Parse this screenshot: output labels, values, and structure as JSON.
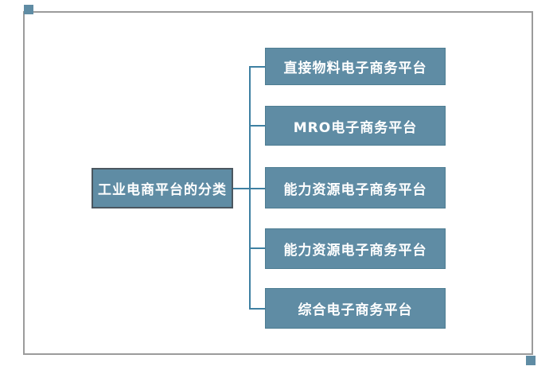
{
  "diagram": {
    "root": {
      "label": "工业电商平台的分类"
    },
    "branches": [
      {
        "label": "直接物料电子商务平台"
      },
      {
        "label": "MRO电子商务平台"
      },
      {
        "label": "能力资源电子商务平台"
      },
      {
        "label": "能力资源电子商务平台"
      },
      {
        "label": "综合电子商务平台"
      }
    ],
    "colors": {
      "node_fill": "#5f8ca4",
      "node_text": "#ffffff",
      "root_border": "#4b5760",
      "branch_border": "#4e7d92",
      "connector": "#3e80a2",
      "frame_border": "#9b9b9b",
      "background": "#ffffff"
    }
  }
}
